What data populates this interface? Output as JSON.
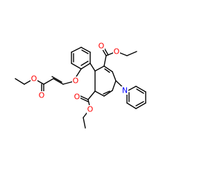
{
  "colors": {
    "O": "#ff0000",
    "N": "#0000ff",
    "C": "#000000",
    "background": "#ffffff"
  },
  "atoms": [
    {
      "id": "o_aryl_ether",
      "element": "O",
      "label": "O"
    },
    {
      "id": "o_vinyl_carbonyl",
      "element": "O",
      "label": "O"
    },
    {
      "id": "o_vinyl_ester",
      "element": "O",
      "label": "O"
    },
    {
      "id": "o_c5_carbonyl",
      "element": "O",
      "label": "O"
    },
    {
      "id": "o_c5_ester",
      "element": "O",
      "label": "O"
    },
    {
      "id": "o_c3_carbonyl",
      "element": "O",
      "label": "O"
    },
    {
      "id": "o_c3_ester",
      "element": "O",
      "label": "O"
    },
    {
      "id": "n_ring",
      "element": "N",
      "label": "N"
    }
  ]
}
